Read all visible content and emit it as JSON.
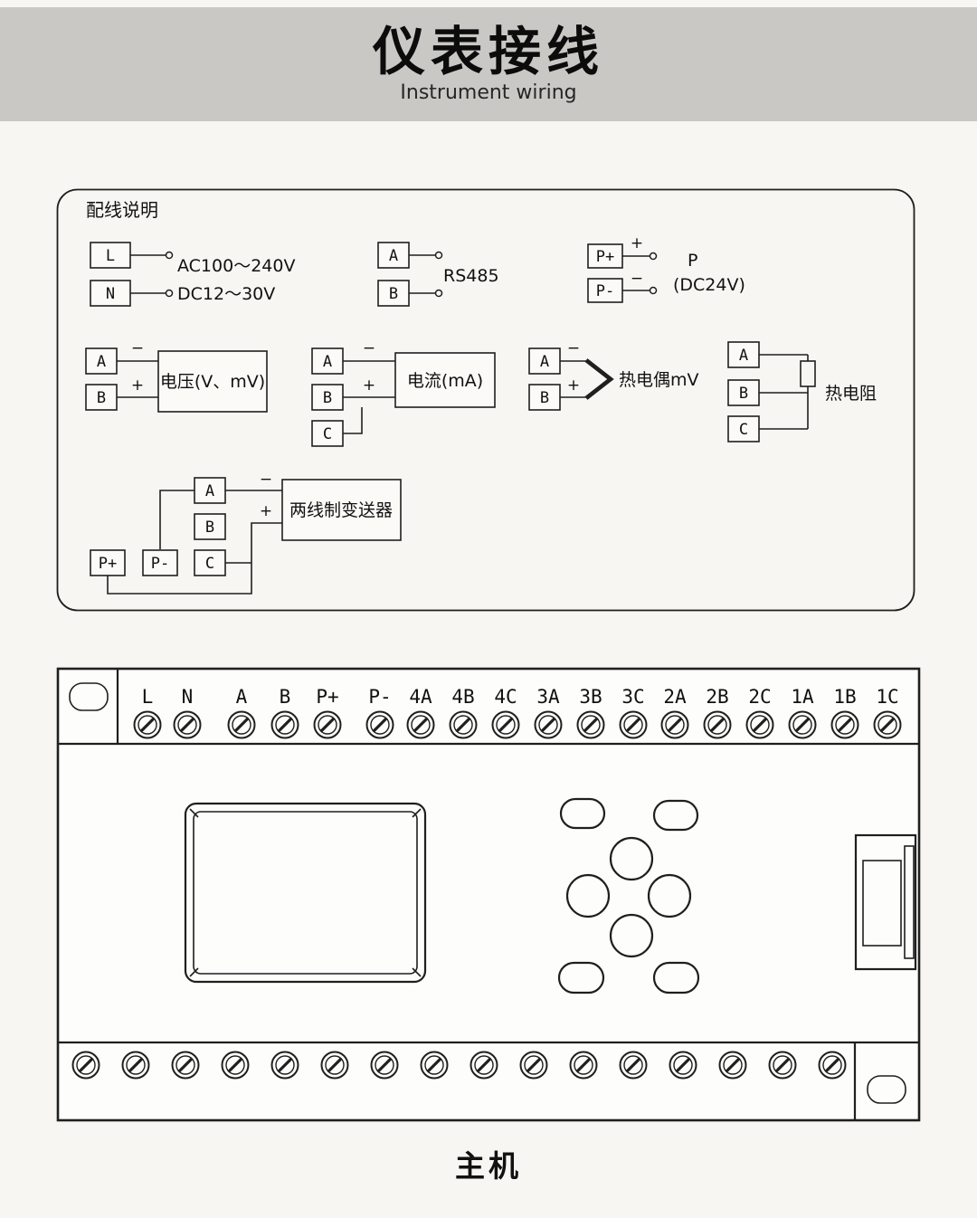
{
  "colors": {
    "page_background": "#f7f6f2",
    "banner_background": "#c9c8c5",
    "line": "#1f1f1f"
  },
  "banner": {
    "title": "仪表接线",
    "subtitle": "Instrument wiring"
  },
  "wiring_box": {
    "title": "配线说明",
    "power_supply": {
      "terminal_l": "L",
      "terminal_n": "N",
      "range_ac": "AC100～240V",
      "range_dc": "DC12～30V"
    },
    "rs485": {
      "terminal_a": "A",
      "terminal_b": "B",
      "label": "RS485"
    },
    "dc_output": {
      "terminal_pplus": "P+",
      "terminal_pminus": "P-",
      "plus": "+",
      "minus": "−",
      "name": "P",
      "spec": "(DC24V)"
    },
    "voltage_input": {
      "terminal_a": "A",
      "terminal_b": "B",
      "minus": "−",
      "plus": "+",
      "label": "电压(V、mV)"
    },
    "current_input": {
      "terminal_a": "A",
      "terminal_b": "B",
      "terminal_c": "C",
      "minus": "−",
      "plus": "+",
      "label": "电流(mA)"
    },
    "thermocouple_input": {
      "terminal_a": "A",
      "terminal_b": "B",
      "minus": "−",
      "plus": "+",
      "label": "热电偶mV"
    },
    "rtd_input": {
      "terminal_a": "A",
      "terminal_b": "B",
      "terminal_c": "C",
      "label": "热电阻"
    },
    "transmitter": {
      "terminal_a": "A",
      "terminal_b": "B",
      "terminal_c": "C",
      "terminal_pplus": "P+",
      "terminal_pminus": "P-",
      "minus": "−",
      "plus": "+",
      "label": "两线制变送器"
    }
  },
  "device": {
    "terminals": [
      "L",
      "N",
      "A",
      "B",
      "P+",
      "P-",
      "4A",
      "4B",
      "4C",
      "3A",
      "3B",
      "3C",
      "2A",
      "2B",
      "2C",
      "1A",
      "1B",
      "1C"
    ],
    "caption": "主机"
  }
}
